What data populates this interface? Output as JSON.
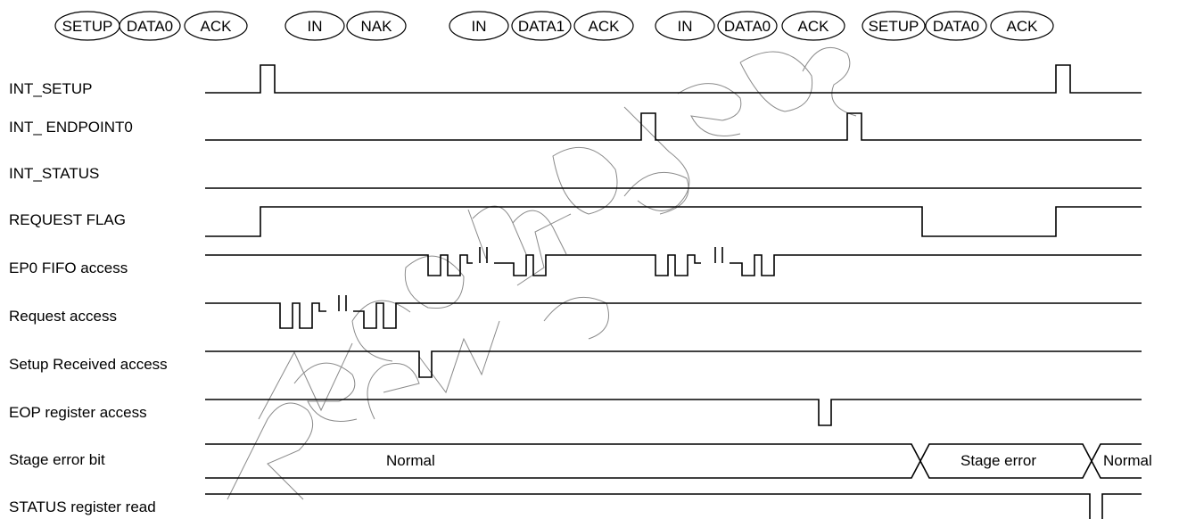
{
  "packets": [
    "SETUP",
    "DATA0",
    "ACK",
    "IN",
    "NAK",
    "IN",
    "DATA1",
    "ACK",
    "IN",
    "DATA0",
    "ACK",
    "SETUP",
    "DATA0",
    "ACK"
  ],
  "signals": [
    "INT_SETUP",
    "INT_ ENDPOINT0",
    "INT_STATUS",
    "REQUEST FLAG",
    "EP0 FIFO access",
    "Request access",
    "Setup Received access",
    "EOP register access",
    "Stage error bit",
    "STATUS register read"
  ],
  "stage_error_states": [
    "Normal",
    "Stage error",
    "Normal"
  ],
  "watermark": "Not Recommended for New Designs",
  "colors": {
    "line": "#000000",
    "watermark": "#888888",
    "background": "#ffffff"
  }
}
